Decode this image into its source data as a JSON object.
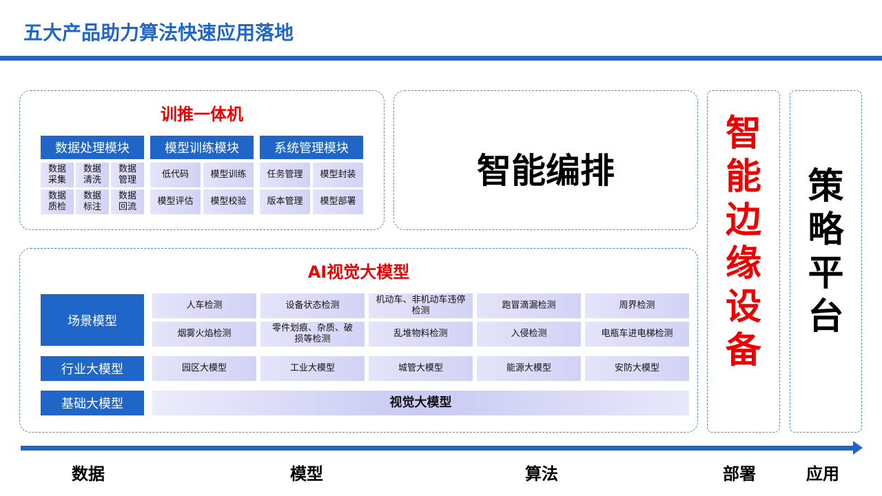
{
  "title": "五大产品助力算法快速应用落地",
  "training": {
    "title": "训推一体机",
    "modules": [
      {
        "name": "数据处理模块",
        "items": [
          "数据\n采集",
          "数据\n清洗",
          "数据\n管理",
          "数据\n质检",
          "数据\n标注",
          "数据\n回流"
        ]
      },
      {
        "name": "模型训练模块",
        "items": [
          "低代码",
          "模型训练",
          "模型评估",
          "模型校验"
        ]
      },
      {
        "name": "系统管理模块",
        "items": [
          "任务管理",
          "模型封装",
          "版本管理",
          "模型部署"
        ]
      }
    ]
  },
  "orchestration": {
    "title": "智能编排"
  },
  "vision": {
    "title": "AI视觉大模型",
    "scene_label": "场景模型",
    "scene_items": [
      "人车检测",
      "设备状态检测",
      "机动车、非机动车违停检测",
      "跑冒滴漏检测",
      "周界检测",
      "烟雾火焰检测",
      "零件划痕、杂质、破损等检测",
      "乱堆物料检测",
      "入侵检测",
      "电瓶车进电梯检测"
    ],
    "industry_label": "行业大模型",
    "industry_items": [
      "园区大模型",
      "工业大模型",
      "城管大模型",
      "能源大模型",
      "安防大模型"
    ],
    "base_label": "基础大模型",
    "base_item": "视觉大模型"
  },
  "edge": {
    "title": "智能边缘设备",
    "chars": [
      "智",
      "能",
      "边",
      "缘",
      "设",
      "备"
    ]
  },
  "strategy": {
    "title": "策略平台",
    "chars": [
      "策",
      "略",
      "平",
      "台"
    ]
  },
  "axis": [
    "数据",
    "模型",
    "算法",
    "部署",
    "应用"
  ],
  "colors": {
    "accent": "#1f66c8",
    "highlight": "#ee0000",
    "cell": "#d2d2f6"
  }
}
